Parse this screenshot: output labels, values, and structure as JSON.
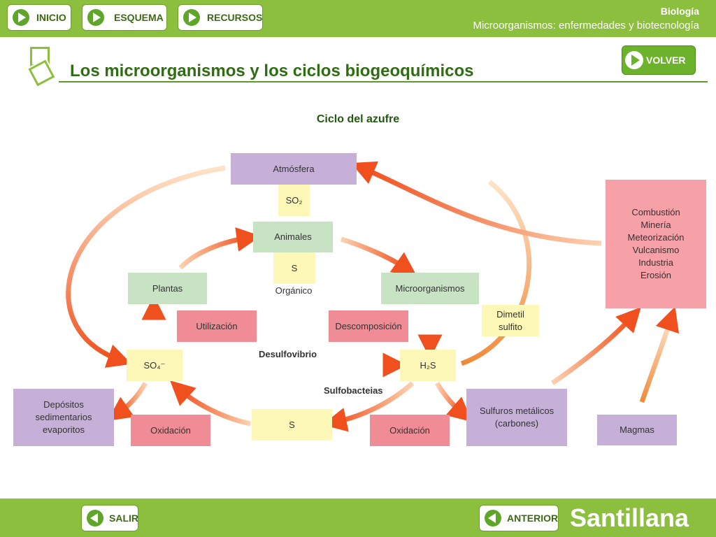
{
  "header": {
    "nav": [
      {
        "label": "INICIO"
      },
      {
        "label": "ESQUEMA"
      },
      {
        "label": "RECURSOS"
      }
    ],
    "subject": "Biología",
    "topic": "Microorganismos: enfermedades y biotecnología"
  },
  "page": {
    "title": "Los microorganismos y los ciclos biogeoquímicos",
    "back_label": "VOLVER"
  },
  "diagram": {
    "title": "Ciclo del azufre",
    "nodes": {
      "atmosfera": "Atmósfera",
      "so2": "SO₂",
      "animales": "Animales",
      "s_organico": "S",
      "organico_label": "Orgánico",
      "plantas": "Plantas",
      "microorganismos": "Microorganismos",
      "utilizacion": "Utilización",
      "descomposicion": "Descomposición",
      "dimetil": "Dimetil\nsulfito",
      "so4": "SO₄⁻",
      "h2s": "H₂S",
      "desulfovibrio": "Desulfovibrio",
      "sulfobacteias": "Sulfobacteias",
      "depositos": "Depósitos\nsedimentarios\nevaporitos",
      "oxidacion_left": "Oxidación",
      "s_middle": "S",
      "oxidacion_right": "Oxidación",
      "sulfuros": "Sulfuros metálicos\n(carbones)",
      "magmas": "Magmas",
      "fuentes": "Combustión\nMinería\nMeteorización\nVulcanismo\nIndustria\nErosión"
    },
    "colors": {
      "purple": "#c6b0d8",
      "green": "#c7e3c4",
      "pink": "#f08c96",
      "yellow": "#fdf8b8",
      "arrow": "#f0501e"
    }
  },
  "footer": {
    "exit_label": "SALIR",
    "prev_label": "ANTERIOR",
    "brand": "Santillana"
  }
}
